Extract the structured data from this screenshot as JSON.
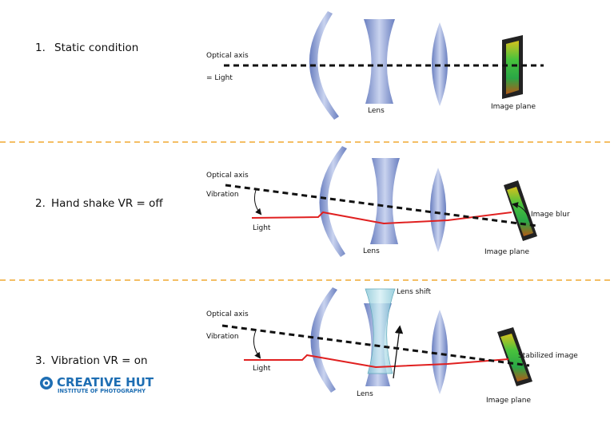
{
  "steps": [
    {
      "number": "1.",
      "title": "Static condition"
    },
    {
      "number": "2.",
      "title": "Hand shake VR = off"
    },
    {
      "number": "3.",
      "title": "Vibration VR = on"
    }
  ],
  "panel1": {
    "optical_axis": "Optical axis",
    "equals_light": "= Light",
    "lens": "Lens",
    "image_plane": "Image plane"
  },
  "panel2": {
    "optical_axis": "Optical axis",
    "vibration": "Vibration",
    "light": "Light",
    "lens": "Lens",
    "image_plane": "Image plane",
    "image_blur": "Image blur"
  },
  "panel3": {
    "optical_axis": "Optical axis",
    "vibration": "Vibration",
    "light": "Light",
    "lens": "Lens",
    "lens_shift": "Lens shift",
    "stabilized_image": "Stabilized image",
    "image_plane": "Image plane"
  },
  "logo": {
    "name": "CREATIVE HUT",
    "subtitle": "INSTITUTE OF PHOTOGRAPHY"
  },
  "colors": {
    "divider": "#f0a830",
    "light_ray": "#e02020",
    "lens": "#7b8fc8",
    "shift_lens": "#88c8d8",
    "sensor_green": "#3bbd3b",
    "sensor_frame": "#222222",
    "logo": "#1e6eb3"
  }
}
